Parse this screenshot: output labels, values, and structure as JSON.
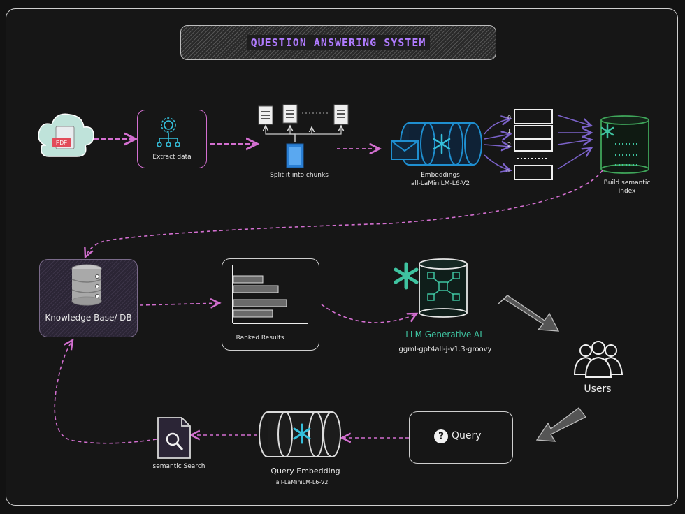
{
  "title": "QUESTION ANSWERING SYSTEM",
  "nodes": {
    "pdf": {
      "badge": "PDF"
    },
    "extract": {
      "label": "Extract data"
    },
    "split": {
      "label": "Split it into chunks"
    },
    "embeddings": {
      "label": "Embeddings",
      "model": "all-LaMiniLM-L6-V2"
    },
    "vectors": {
      "indices": [
        "0",
        "1",
        "2",
        "n"
      ]
    },
    "semantic_index": {
      "label": "Build semantic Index"
    },
    "knowledge_base": {
      "label": "Knowledge Base/ DB"
    },
    "ranked": {
      "label": "Ranked Results"
    },
    "llm": {
      "label": "LLM Generative AI",
      "model": "ggml-gpt4all-j-v1.3-groovy"
    },
    "users": {
      "label": "Users"
    },
    "query": {
      "label": "Query",
      "icon": "?"
    },
    "query_embedding": {
      "label": "Query Embedding",
      "model": "all-LaMiniLM-L6-V2"
    },
    "semantic_search": {
      "label": "semantic Search"
    }
  },
  "colors": {
    "background": "#121212",
    "title_text": "#b07bff",
    "dashed_arrow": "#d36fd0",
    "solid_arrow": "#7b62c9",
    "embedding_blue": "#1f8fd0",
    "snowflake": "#35c0dc",
    "llm_green": "#3fc3a0",
    "index_green": "#3fa55a"
  }
}
